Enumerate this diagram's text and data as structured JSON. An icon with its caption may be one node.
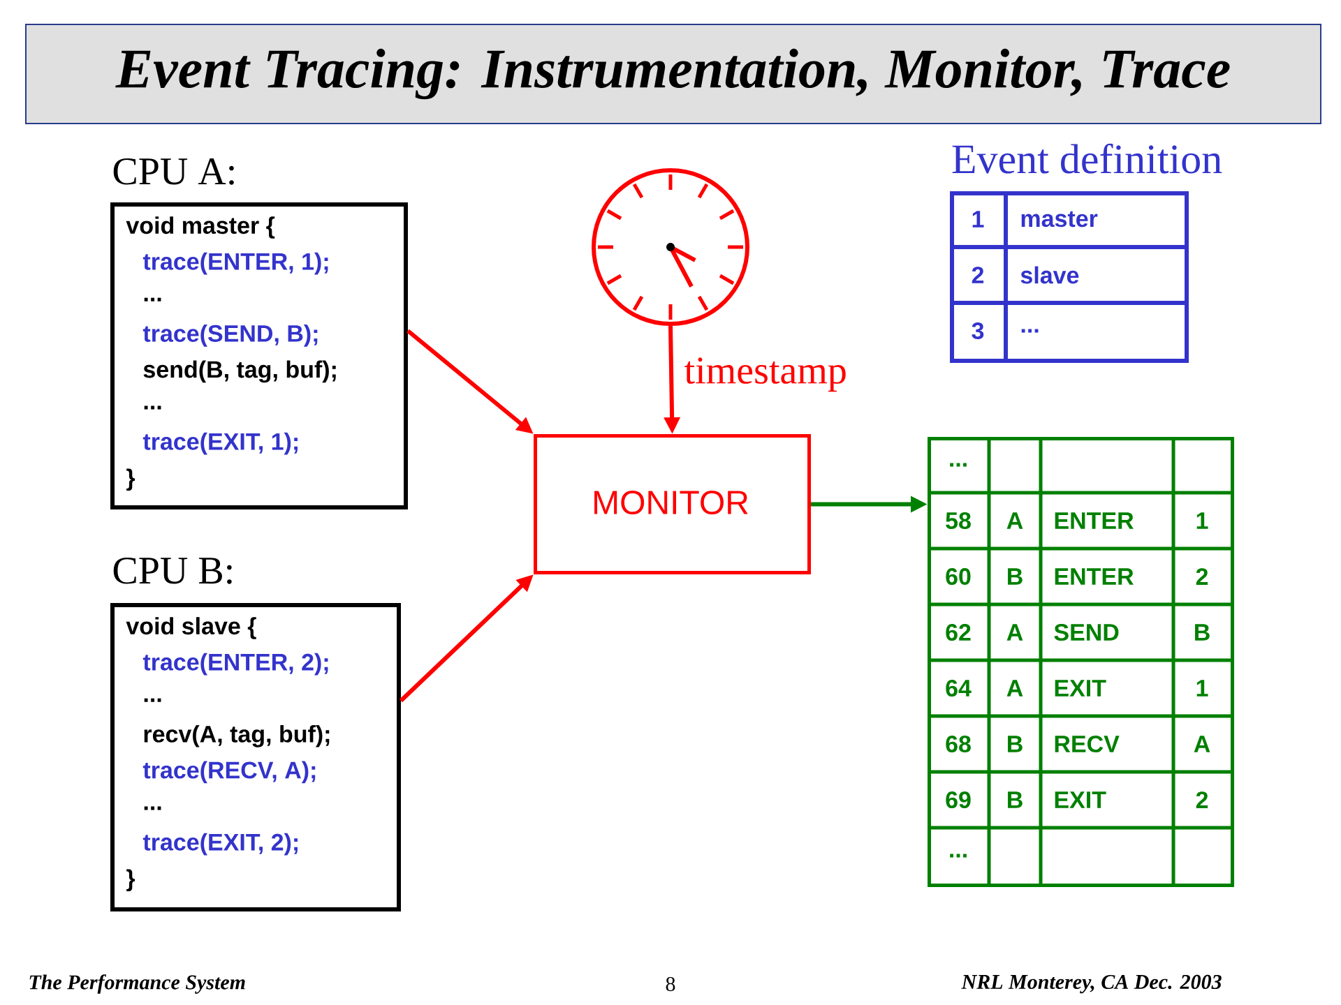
{
  "diagram": {
    "title": "Event Tracing: Instrumentation, Monitor, Trace",
    "nodes": [
      {
        "text": [
          "CPU A:",
          "void master {",
          "trace(ENTER, 1);",
          "...",
          "trace(SEND, B);",
          "send(B, tag, buf);",
          "...",
          "trace(EXIT, 1);",
          "}"
        ]
      },
      {
        "text": [
          "CPU B:",
          "void slave {",
          "trace(ENTER, 2);",
          "...",
          "recv(A, tag, buf);",
          "trace(RECV, A);",
          "...",
          "trace(EXIT, 2);",
          "}"
        ]
      },
      {
        "text": [],
        "shape": "clock"
      },
      {
        "text": [
          "Event definition",
          "1",
          "master",
          "2",
          "slave",
          "3",
          "..."
        ]
      },
      {
        "text": [
          "MONITOR"
        ]
      },
      {
        "text": [
          "...",
          "58",
          "A",
          "ENTER",
          "1",
          "60",
          "B",
          "ENTER",
          "2",
          "62",
          "A",
          "SEND",
          "B",
          "64",
          "A",
          "EXIT",
          "1",
          "68",
          "B",
          "RECV",
          "A",
          "69",
          "B",
          "EXIT",
          "2",
          "..."
        ]
      }
    ],
    "edges": [
      {
        "from": 0,
        "to": 4,
        "arrow": "to"
      },
      {
        "from": 1,
        "to": 4,
        "arrow": "to"
      },
      {
        "from": 2,
        "to": 4,
        "arrow": "to",
        "label": "timestamp"
      },
      {
        "from": 4,
        "to": 5,
        "arrow": "to",
        "color": "#008000"
      }
    ],
    "labels": [
      "The Performance System",
      "8",
      "NRL Monterey, CA Dec. 2003"
    ]
  }
}
